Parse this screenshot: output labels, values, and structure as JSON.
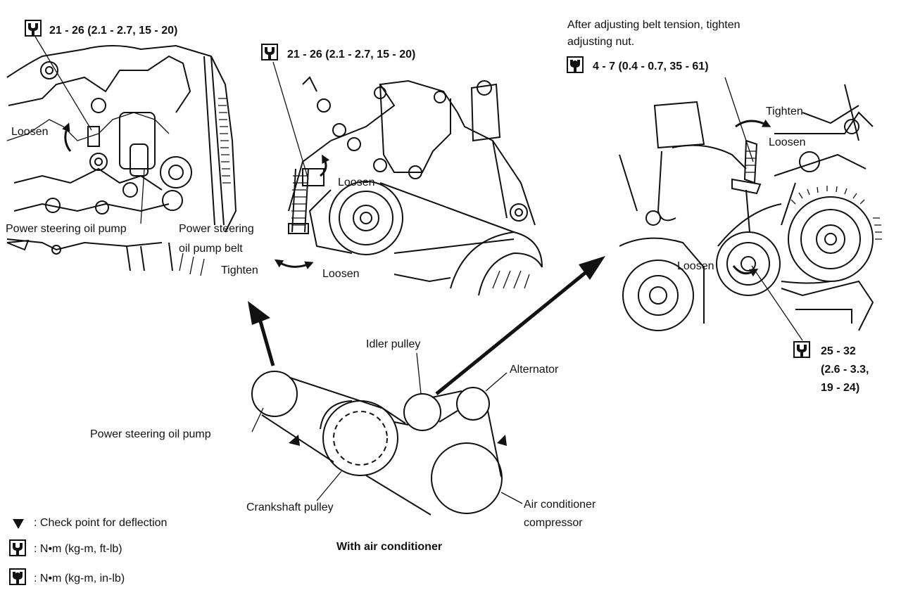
{
  "panels": {
    "left": {
      "torque": "21 - 26 (2.1 - 2.7, 15 - 20)",
      "loosen": "Loosen",
      "pump_label": "Power steering oil pump",
      "belt_label_1": "Power steering",
      "belt_label_2": "oil pump belt",
      "tighten": "Tighten"
    },
    "middle": {
      "torque": "21 - 26 (2.1 - 2.7, 15 - 20)",
      "loosen_top": "Loosen",
      "loosen_bottom": "Loosen"
    },
    "right": {
      "note_1": "After adjusting belt tension, tighten",
      "note_2": "adjusting nut.",
      "torque_nut": "4 - 7 (0.4 - 0.7, 35 - 61)",
      "tighten": "Tighten",
      "loosen_top": "Loosen",
      "loosen_bottom": "Loosen",
      "torque_bolt_1": "25 - 32",
      "torque_bolt_2": "(2.6 - 3.3,",
      "torque_bolt_3": "19 - 24)"
    }
  },
  "belt_layout": {
    "idler_pulley": "Idler pulley",
    "alternator": "Alternator",
    "ps_pump": "Power steering oil pump",
    "crankshaft": "Crankshaft pulley",
    "ac_1": "Air conditioner",
    "ac_2": "compressor",
    "caption": "With air conditioner"
  },
  "legend": {
    "check_point": ": Check point for deflection",
    "torque_ftlb": ": N•m (kg-m, ft-lb)",
    "torque_inlb": ": N•m (kg-m, in-lb)"
  },
  "icons": [
    "torque-wrench-icon",
    "torque-wrench-inlb-icon",
    "deflection-triangle-icon"
  ]
}
